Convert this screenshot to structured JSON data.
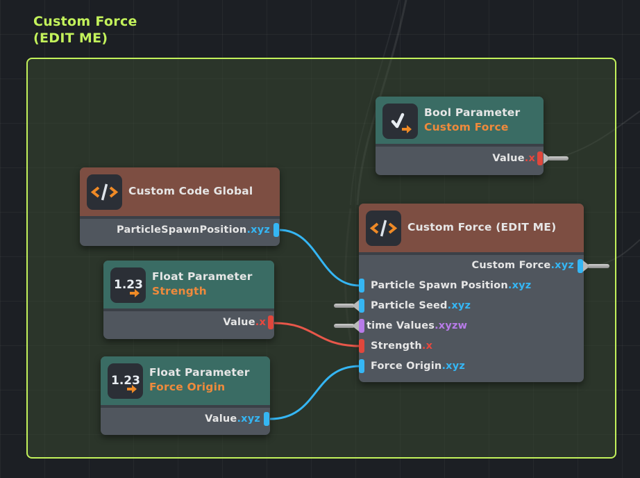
{
  "group": {
    "title_line1": "Custom Force",
    "title_line2": "(EDIT ME)",
    "color": "#c3f25b"
  },
  "nodes": {
    "bool_param": {
      "icon": "checkmark-arrow-icon",
      "title": "Bool Parameter",
      "subtitle": "Custom Force",
      "outputs": [
        {
          "name": "Value",
          "swizzle": ".x",
          "type_color": "#e0473c"
        }
      ]
    },
    "custom_code_global": {
      "icon": "code-brackets-icon",
      "title": "Custom Code Global",
      "outputs": [
        {
          "name": "ParticleSpawnPosition",
          "swizzle": ".xyz",
          "type_color": "#35b6f4"
        }
      ]
    },
    "float_strength": {
      "icon": "float-123-arrow-icon",
      "icon_text": "1.23",
      "title": "Float Parameter",
      "subtitle": "Strength",
      "outputs": [
        {
          "name": "Value",
          "swizzle": ".x",
          "type_color": "#e0473c"
        }
      ]
    },
    "float_force_origin": {
      "icon": "float-123-arrow-icon",
      "icon_text": "1.23",
      "title": "Float Parameter",
      "subtitle": "Force Origin",
      "outputs": [
        {
          "name": "Value",
          "swizzle": ".xyz",
          "type_color": "#35b6f4"
        }
      ]
    },
    "custom_force": {
      "icon": "code-brackets-icon",
      "title": "Custom Force (EDIT ME)",
      "outputs": [
        {
          "name": "Custom Force",
          "swizzle": ".xyz",
          "type_color": "#35b6f4"
        }
      ],
      "inputs": [
        {
          "name": "Particle Spawn Position",
          "swizzle": ".xyz",
          "type_color": "#35b6f4"
        },
        {
          "name": "Particle Seed",
          "swizzle": ".xyz",
          "type_color": "#35b6f4"
        },
        {
          "name": "time Values",
          "swizzle": ".xyzw",
          "type_color": "#b77be8"
        },
        {
          "name": "Strength",
          "swizzle": ".x",
          "type_color": "#e0473c"
        },
        {
          "name": "Force Origin",
          "swizzle": ".xyz",
          "type_color": "#35b6f4"
        }
      ]
    }
  },
  "connections": [
    {
      "from": "Custom Code Global.ParticleSpawnPosition",
      "to": "Custom Force (EDIT ME).Particle Spawn Position",
      "color": "#35b6f4"
    },
    {
      "from": "Float Parameter Strength.Value",
      "to": "Custom Force (EDIT ME).Strength",
      "color": "#e8574a"
    },
    {
      "from": "Float Parameter Force Origin.Value",
      "to": "Custom Force (EDIT ME).Force Origin",
      "color": "#35b6f4"
    }
  ]
}
